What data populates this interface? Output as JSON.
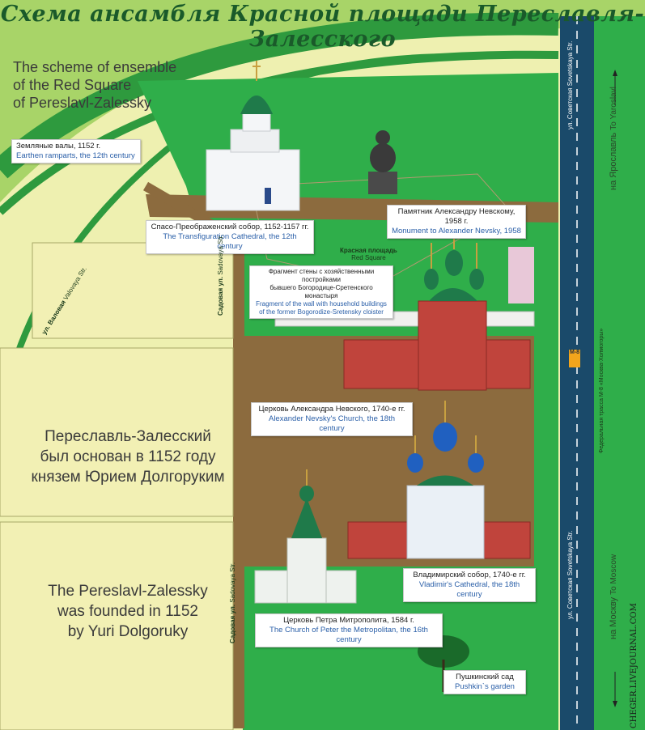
{
  "title": "Схема ансамбля Красной площади Переславля-Залесского",
  "scheme_en": [
    "The scheme of ensemble",
    "of the Red Square",
    "of Pereslavl-Zalessky"
  ],
  "founded_ru": [
    "Переславль-Залесский",
    "был основан в 1152 году",
    "князем Юрием Долгоруким"
  ],
  "founded_en": [
    "The Pereslavl-Zalessky",
    "was founded in 1152",
    "by Yuri Dolgoruky"
  ],
  "landmarks": {
    "ramparts": {
      "ru": "Земляные валы, 1152 г.",
      "en": "Earthen ramparts, the 12th century"
    },
    "transfiguration": {
      "ru": "Спасо-Преображенский собор, 1152-1157 гг.",
      "en": "The Transfiguration Cathedral, the 12th century"
    },
    "nevsky_monument": {
      "ru": "Памятник Александру Невскому, 1958 г.",
      "en": "Monument to Alexander Nevsky, 1958"
    },
    "wall_fragment": {
      "ru": [
        "Фрагмент стены с хозяйственными постройками",
        "бывшего Богородице-Сретенского монастыря"
      ],
      "en": [
        "Fragment of the wall with household buildings",
        "of the former Bogorodize-Sretensky cloister"
      ]
    },
    "nevsky_church": {
      "ru": "Церковь Александра Невского, 1740-е гг.",
      "en": "Alexander Nevsky's Church, the 18th century"
    },
    "vladimir_cathedral": {
      "ru": "Владимирский собор, 1740-е гг.",
      "en": "Vladimir's Cathedral, the 18th century"
    },
    "peter_church": {
      "ru": "Церковь Петра Митрополита, 1584 г.",
      "en": "The Church of Peter the Metropolitan, the 16th century"
    },
    "pushkin_garden": {
      "ru": "Пушкинский сад",
      "en": "Pushkin`s garden"
    }
  },
  "red_square": {
    "ru": "Красная площадь",
    "en": "Red Square"
  },
  "streets": {
    "sadovaya_ru": "Садовая ул.",
    "sadovaya_en": "Sadovaya Str.",
    "sovetskaya_ru": "ул. Советская",
    "sovetskaya_en": "Sovetskaya Str.",
    "valovaya_ru": "ул. Валовая",
    "valovaya_en": "Valovaya Str."
  },
  "highway": {
    "badge": "М-8",
    "ru": "Федеральная трасса М-8 «Москва-Холмогоры»"
  },
  "directions": {
    "yaroslavl_ru": "на Ярославль",
    "yaroslavl_en": "To Yaroslavl",
    "moscow_ru": "на Москву",
    "moscow_en": "To Moscow"
  },
  "watermark": "CHEGER.LIVEJOURNAL.COM",
  "colors": {
    "grass": "#2fae4a",
    "path": "#8c6b3e",
    "road": "#1a4a6a",
    "field": "#f2f0b4",
    "dome_green": "#1f7a4a",
    "dome_blue": "#2060c0",
    "brick": "#c0443c"
  }
}
